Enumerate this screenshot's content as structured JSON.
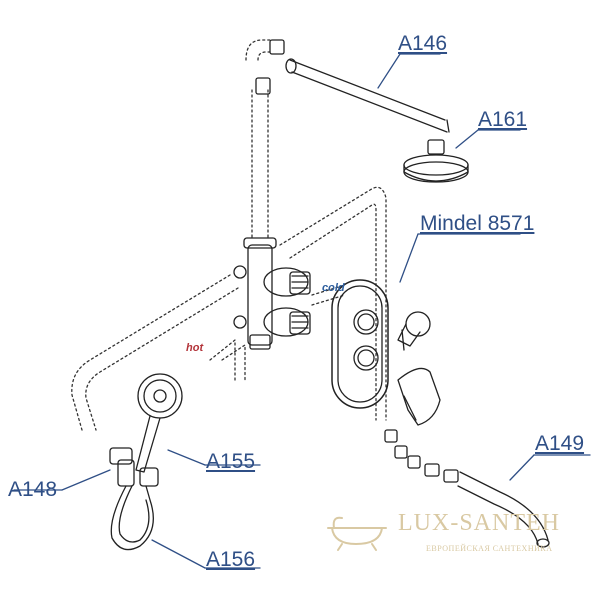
{
  "labels": {
    "a146": "A146",
    "a161": "A161",
    "mindel": "Mindel 8571",
    "a149": "A149",
    "a155": "A155",
    "a148": "A148",
    "a156": "A156"
  },
  "annotations": {
    "cold": "cold",
    "hot": "hot"
  },
  "watermark": {
    "title": "LUX-SANTEH",
    "subtitle": "ЕВРОПЕЙСКАЯ САНТЕХНИКА"
  },
  "colors": {
    "label": "#2f4f86",
    "cold": "#2f5f9e",
    "hot": "#b3343a",
    "watermark": "#d9c9a3"
  }
}
